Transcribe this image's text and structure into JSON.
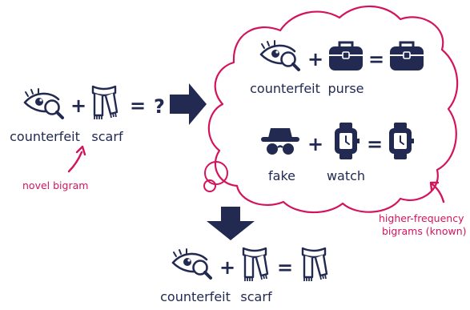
{
  "colors": {
    "navy": "#222a52",
    "accent": "#d4135d"
  },
  "left_equation": {
    "words": [
      "counterfeit",
      "scarf"
    ],
    "icons": [
      "eye-magnifier-icon",
      "scarf-icon"
    ],
    "result": "?",
    "note": "novel bigram"
  },
  "cloud": {
    "row1": {
      "words": [
        "counterfeit",
        "purse"
      ],
      "icons": [
        "eye-magnifier-icon",
        "purse-icon",
        "purse-icon"
      ]
    },
    "row2": {
      "words": [
        "fake",
        "watch"
      ],
      "icons": [
        "spy-hat-glasses-icon",
        "watch-icon",
        "watch-icon"
      ]
    },
    "note_line1": "higher-frequency",
    "note_line2": "bigrams (known)"
  },
  "bottom_equation": {
    "words": [
      "counterfeit",
      "scarf"
    ],
    "icons": [
      "eye-magnifier-icon",
      "scarf-icon",
      "scarf-icon"
    ]
  },
  "operators": {
    "plus": "+",
    "equals": "="
  }
}
